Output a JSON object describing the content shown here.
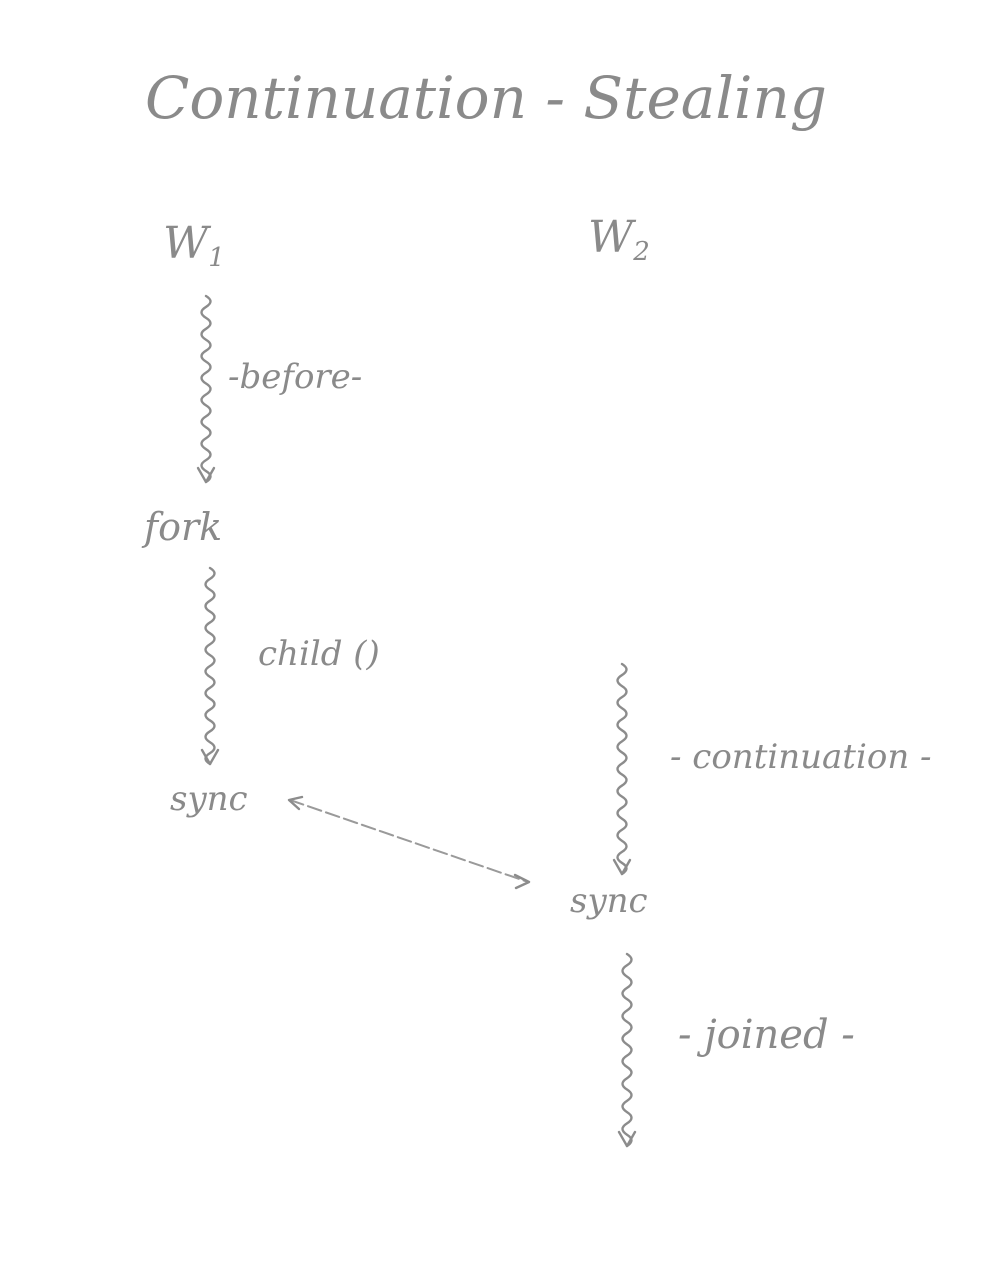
{
  "title": "Continuation - Stealing",
  "workers": [
    {
      "name": "W",
      "sub": "1"
    },
    {
      "name": "W",
      "sub": "2"
    }
  ],
  "labels": {
    "before": "-before-",
    "fork": "fork",
    "child": "child ()",
    "sync_w1": "sync",
    "continuation": "- continuation -",
    "sync_w2": "sync",
    "joined": "- joined -"
  }
}
